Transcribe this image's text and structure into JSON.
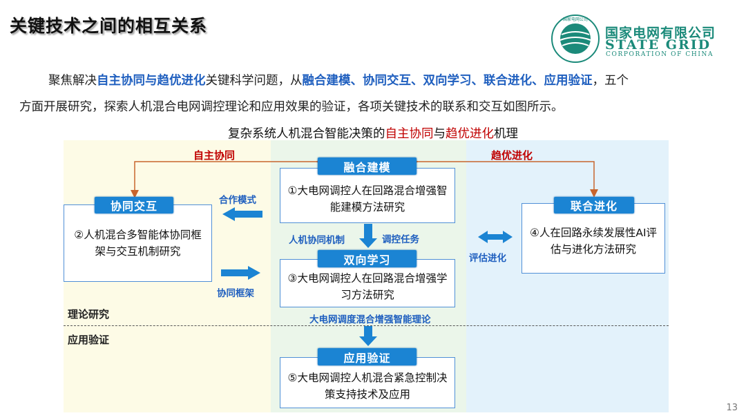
{
  "slide": {
    "title": "关键技术之间的相互关系",
    "page_number": "13"
  },
  "logo": {
    "name_cn": "国家电网有限公司",
    "name_en": "STATE GRID",
    "sub_en": "CORPORATION OF CHINA",
    "seal_text": "国家电网公司 STATE GRID CORPORATION OF CHINA",
    "colors": {
      "primary": "#1b8a7a"
    }
  },
  "intro": {
    "p1": "聚焦解决",
    "h1": "自主协同与趋优进化",
    "p2": "关键科学问题，从",
    "h2": "融合建模、协同交互、双向学习、联合进化、应用验证",
    "p3": "，五个",
    "p4": "方面开展研究，探索人机混合电网调控理论和应用效果的验证，各项关键技术的联系和交互如图所示。"
  },
  "diagram": {
    "title_pre": "复杂系统人机混合智能决策的",
    "title_red1": "自主协同",
    "title_mid": "与",
    "title_red2": "趋优进化",
    "title_post": "机理",
    "labels": {
      "autonomous": "自主协同",
      "optimal": "趋优进化",
      "coop_mode": "合作模式",
      "coop_framework": "协同框架",
      "hm_mechanism": "人机协同机制",
      "control_task": "调控任务",
      "eval_evolve": "评估进化",
      "theory_name": "大电网调度混合增强智能理论",
      "zone_theory": "理论研究",
      "zone_app": "应用验证"
    },
    "modules": {
      "fusion": {
        "header": "融合建模",
        "text": "①大电网调控人在回路混合增强智能建模方法研究"
      },
      "interact": {
        "header": "协同交互",
        "text": "②人机混合多智能体协同框架与交互机制研究"
      },
      "learning": {
        "header": "双向学习",
        "text": "③大电网调控人在回路混合增强学习方法研究"
      },
      "evolution": {
        "header": "联合进化",
        "text": "④人在回路永续发展性AI评估与进化方法研究"
      },
      "application": {
        "header": "应用验证",
        "text": "⑤大电网调控人机混合紧急控制决策支持技术及应用"
      }
    },
    "colors": {
      "module_header": "#1b84d3",
      "arrow_blue": "#1b84d3",
      "line_orange": "#c8642c",
      "highlight_red": "#c00000",
      "zone_left": "#fdfbe6",
      "zone_mid": "#ebf6ea",
      "zone_right": "#e3f2fb"
    }
  }
}
